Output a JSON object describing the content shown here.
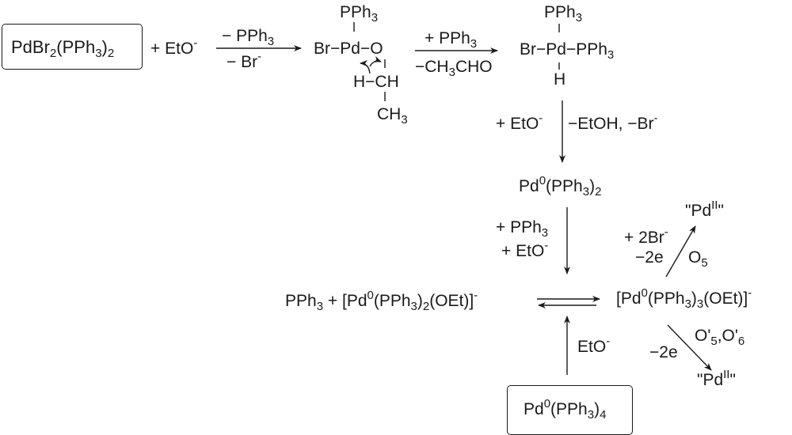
{
  "scheme": {
    "start_reagent": {
      "text": "PdBr",
      "sub1": "2",
      "mid": "(PPh",
      "sub2": "3",
      "close": ")",
      "sub3": "2"
    },
    "plus_ethoxide_1": {
      "text": "+ EtO",
      "sup": "-"
    },
    "step1": {
      "above": "− PPh",
      "above_sub": "3",
      "below": "− Br",
      "below_sup": "-"
    },
    "intermediate1": {
      "pph3_top": {
        "text": "PPh",
        "sub": "3"
      },
      "br_pd_o": "Br−Pd−O",
      "h_ch": "H−CH",
      "ch3": {
        "text": "CH",
        "sub": "3"
      }
    },
    "step2": {
      "above": "+ PPh",
      "above_sub": "3",
      "below": "−CH",
      "below_sub": "3",
      "below_rest": "CHO"
    },
    "intermediate2": {
      "pph3_top": {
        "text": "PPh",
        "sub": "3"
      },
      "br_pd_pph3": {
        "text": "Br−Pd−PPh",
        "sub": "3"
      },
      "h": "H"
    },
    "step3": {
      "left": "+ EtO",
      "left_sup": "-",
      "right": "−EtOH, −Br",
      "right_sup": "-"
    },
    "pd0_pph3_2": {
      "text": "Pd",
      "sup": "0",
      "mid": "(PPh",
      "sub1": "3",
      "close": ")",
      "sub2": "2"
    },
    "step4": {
      "line1": "+ PPh",
      "line1_sub": "3",
      "line2": "+ EtO",
      "line2_sup": "-"
    },
    "anionic_complex_2": {
      "pre": "PPh",
      "pre_sub": "3",
      "plus": " + [Pd",
      "sup0": "0",
      "mid": "(PPh",
      "sub1": "3",
      "close1": ")",
      "sub2": "2",
      "rest": "(OEt)]",
      "charge": "-"
    },
    "anionic_complex_3": {
      "text": "[Pd",
      "sup0": "0",
      "mid": "(PPh",
      "sub1": "3",
      "close1": ")",
      "sub2": "3",
      "rest": "(OEt)]",
      "charge": "-"
    },
    "oxidation_upper": {
      "reagent1": "+ 2Br",
      "reagent1_sup": "-",
      "reagent2": "−2e",
      "label": "O",
      "label_sub": "5",
      "product": "\"Pd",
      "product_sup": "II",
      "product_close": "\""
    },
    "oxidation_lower": {
      "reagent": "−2e",
      "label1": "O'",
      "label1_sub": "5",
      "sep": ",",
      "label2": "O'",
      "label2_sub": "6",
      "product": "\"Pd",
      "product_sup": "II",
      "product_close": "\""
    },
    "step5": {
      "label": "EtO",
      "label_sup": "-"
    },
    "precursor_pd0_pph3_4": {
      "text": "Pd",
      "sup": "0",
      "mid": "(PPh",
      "sub1": "3",
      "close": ")",
      "sub2": "4"
    }
  }
}
